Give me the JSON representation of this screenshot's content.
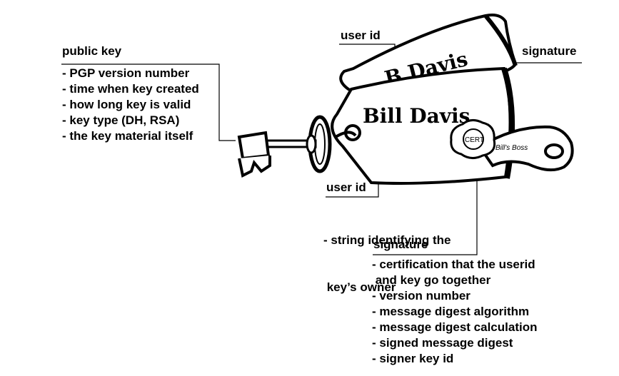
{
  "public_key": {
    "heading": "public key",
    "items": [
      "- PGP version number",
      "- time when key created",
      "- how long key is valid",
      "- key type (DH, RSA)",
      "- the key material itself"
    ]
  },
  "top_user_id": {
    "heading": "user id"
  },
  "top_signature": {
    "heading": "signature"
  },
  "tag_front_name": "Bill Davis",
  "tag_back_name": "B Davis",
  "seal_text": "Bill's Boss",
  "seal_stamp": "CERT",
  "bottom_user_id": {
    "heading": "user id",
    "items": [
      "- string identifying the",
      " key’s owner"
    ]
  },
  "bottom_signature": {
    "heading": "signature",
    "items": [
      "- certification that the userid",
      " and key go together",
      "- version number",
      "- message digest algorithm",
      "- message digest calculation",
      "- signed message digest",
      "- signer key id"
    ]
  }
}
